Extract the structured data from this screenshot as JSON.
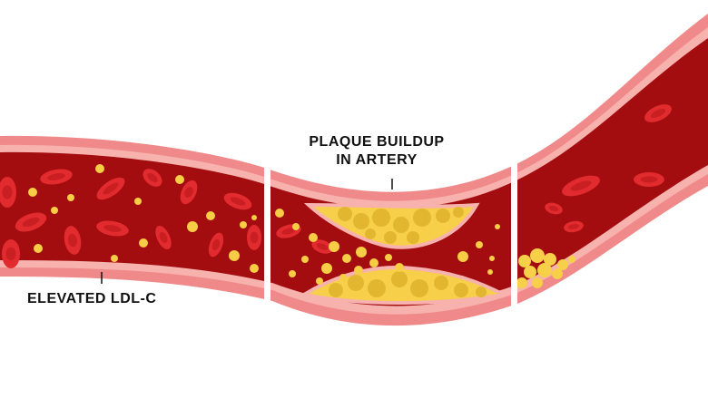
{
  "labels": {
    "plaque": [
      "PLAQUE BUILDUP",
      "IN ARTERY"
    ],
    "ldl": "ELEVATED LDL-C"
  },
  "colors": {
    "background": "#ffffff",
    "artery_wall_outer": "#f08a8a",
    "artery_wall_inner": "#f7b2ae",
    "lumen": "#a30d10",
    "red_blood_cell": "#e12b2e",
    "red_blood_cell_core": "#c91e22",
    "plaque": "#f7cf49",
    "plaque_dark": "#e2b72f",
    "ldl_particle": "#f6cd45",
    "text": "#111111"
  },
  "icons": [
    "red-blood-cell",
    "ldl-particle",
    "plaque-deposit",
    "segment-divider"
  ]
}
